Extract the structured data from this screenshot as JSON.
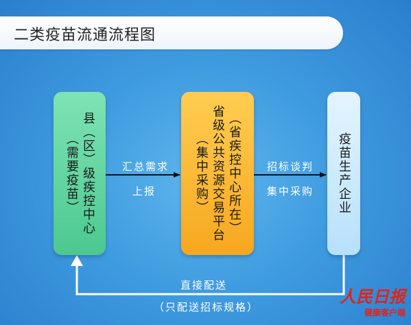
{
  "title": "二类疫苗流通流程图",
  "nodes": {
    "county_cdc": {
      "main": "县（区）级疾控中心",
      "note": "（需要疫苗）"
    },
    "platform": {
      "main": "省级公共资源交易平台",
      "note_location": "（省疾控中心所在）",
      "note_purchase": "（集中采购）"
    },
    "manufacturer": {
      "main": "疫苗生产企业"
    }
  },
  "edges": {
    "county_to_platform": {
      "line1": "汇总需求",
      "line2": "上报"
    },
    "platform_to_manufacturer": {
      "line1": "招标谈判",
      "line2": "集中采购"
    },
    "manufacturer_to_county": {
      "line1": "直接配送",
      "line2": "（只配送招标规格）"
    }
  },
  "logo": {
    "brand": "人民日报",
    "sub": "健康客户端"
  },
  "colors": {
    "background": "#3f9be0",
    "county_box": "#5cd49c",
    "platform_box": "#fbb733",
    "manufacturer_box": "#cbe9fd",
    "arrow_dark": "#111111",
    "arrow_light": "#ffffff",
    "logo_red": "#e2231a"
  }
}
